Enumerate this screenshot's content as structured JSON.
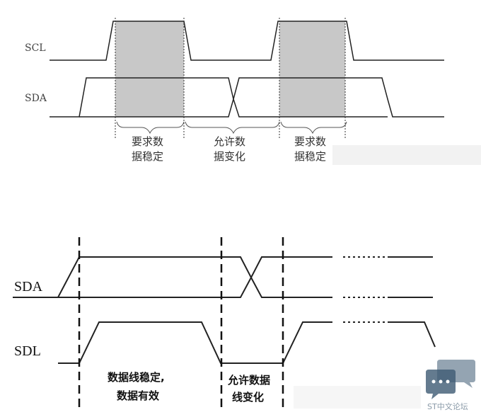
{
  "top_diagram": {
    "scl_label": "SCL",
    "sda_label": "SDA",
    "zones": [
      {
        "line1": "要求数",
        "line2": "据稳定"
      },
      {
        "line1": "允许数",
        "line2": "据变化"
      },
      {
        "line1": "要求数",
        "line2": "据稳定"
      }
    ]
  },
  "bottom_diagram": {
    "sda_label": "SDA",
    "sdl_label": "SDL",
    "stable_zone": {
      "line1": "数据线稳定,",
      "line2": "数据有效"
    },
    "change_zone": {
      "line1": "允许数据",
      "line2": "线变化"
    }
  },
  "watermark": {
    "text": "ST中文论坛",
    "accent": "#3d5a73"
  },
  "colors": {
    "stable_fill": "#c8c8c8",
    "signal": "#222222"
  }
}
